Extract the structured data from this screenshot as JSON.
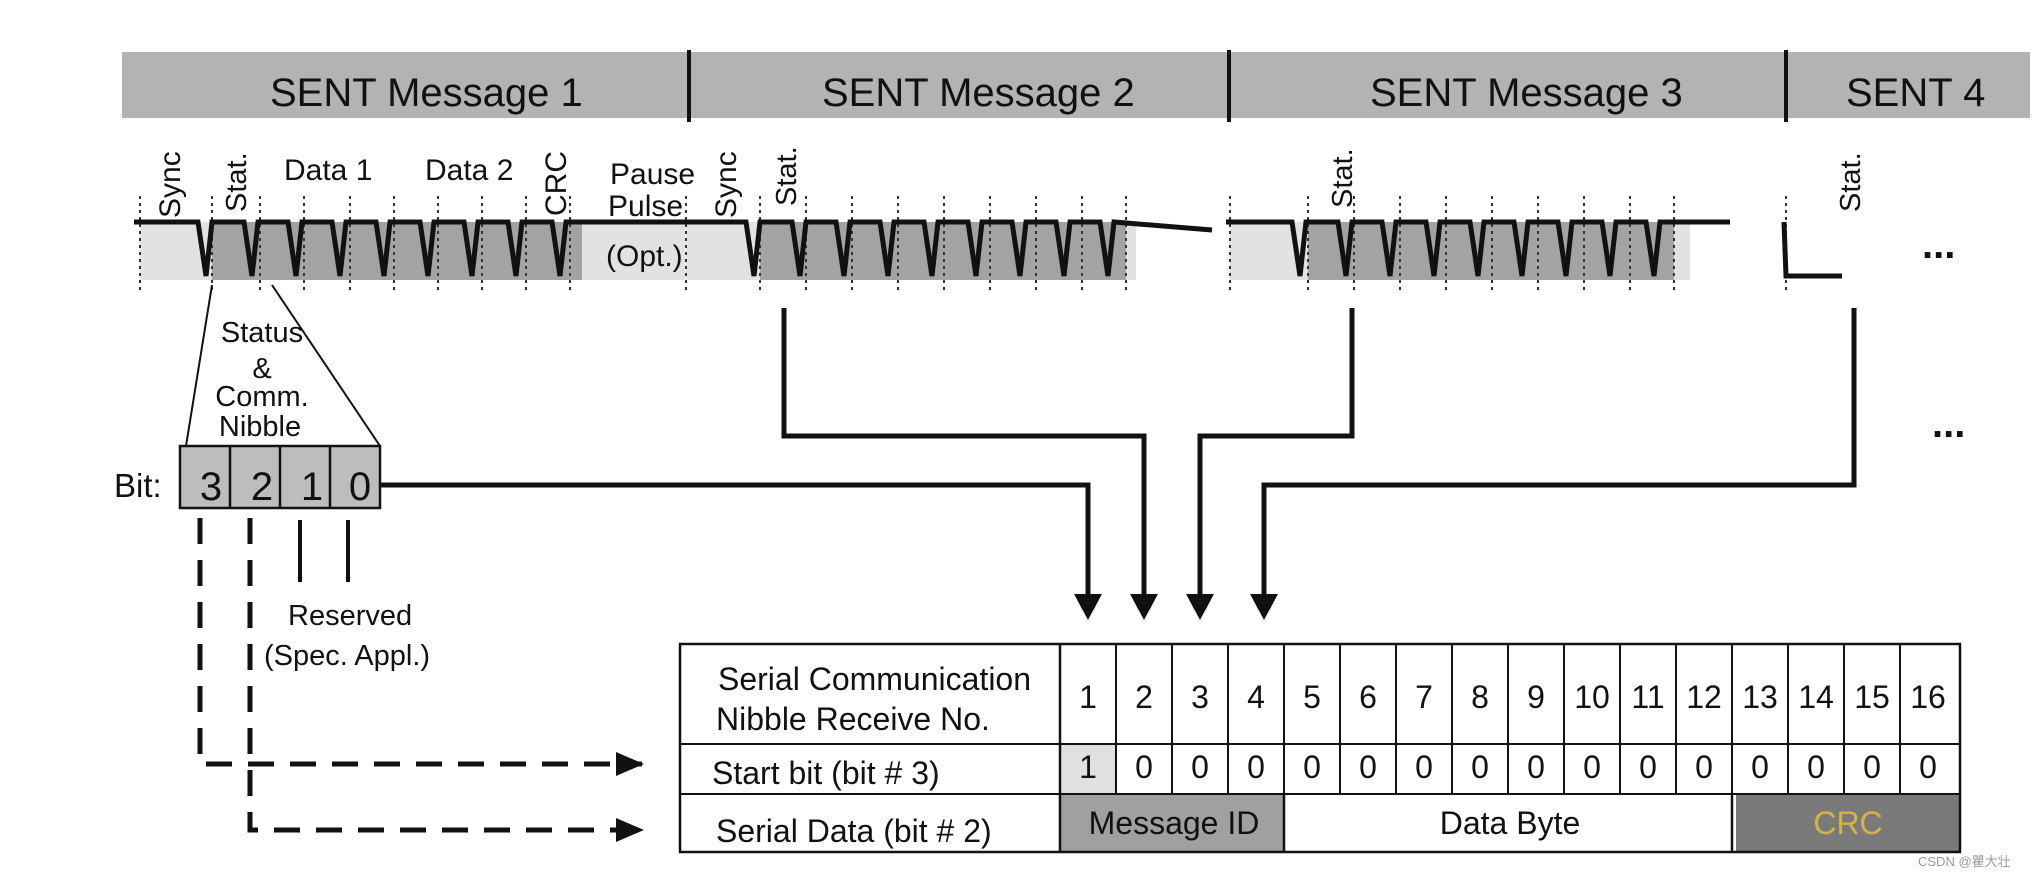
{
  "header": {
    "segments": [
      {
        "label": "SENT Message 1"
      },
      {
        "label": "SENT Message 2"
      },
      {
        "label": "SENT Message 3"
      },
      {
        "label": "SENT 4"
      }
    ]
  },
  "labels": {
    "sync": "Sync",
    "stat": "Stat.",
    "data1": "Data 1",
    "data2": "Data 2",
    "crc_vertical": "CRC",
    "pause_line1": "Pause",
    "pause_line2": "Pulse",
    "pause_line3": "(Opt.)",
    "ellipsis": "...",
    "status_line1": "Status",
    "status_line2": "&",
    "status_line3": "Comm.",
    "status_line4": "Nibble",
    "bit_prefix": "Bit:",
    "bits": [
      "3",
      "2",
      "1",
      "0"
    ],
    "reserved_line1": "Reserved",
    "reserved_line2": "(Spec. Appl.)"
  },
  "table": {
    "row_label_1_line1": "Serial Communication",
    "row_label_1_line2": "Nibble Receive No.",
    "row_label_2": "Start bit (bit # 3)",
    "row_label_3": "Serial Data (bit # 2)",
    "nibble_numbers": [
      "1",
      "2",
      "3",
      "4",
      "5",
      "6",
      "7",
      "8",
      "9",
      "10",
      "11",
      "12",
      "13",
      "14",
      "15",
      "16"
    ],
    "start_bits": [
      "1",
      "0",
      "0",
      "0",
      "0",
      "0",
      "0",
      "0",
      "0",
      "0",
      "0",
      "0",
      "0",
      "0",
      "0",
      "0"
    ],
    "serial_data": {
      "message_id": "Message ID",
      "data_byte": "Data Byte",
      "crc": "CRC"
    }
  },
  "colors": {
    "header_bg": "#b3b3b3",
    "light_band": "#e2e2e2",
    "dark_band": "#a3a3a3",
    "message_id_bg": "#a0a0a0",
    "crc_bg": "#7a7a7a",
    "crc_text": "#d4b44a"
  },
  "watermark": "CSDN @瞿大壮"
}
